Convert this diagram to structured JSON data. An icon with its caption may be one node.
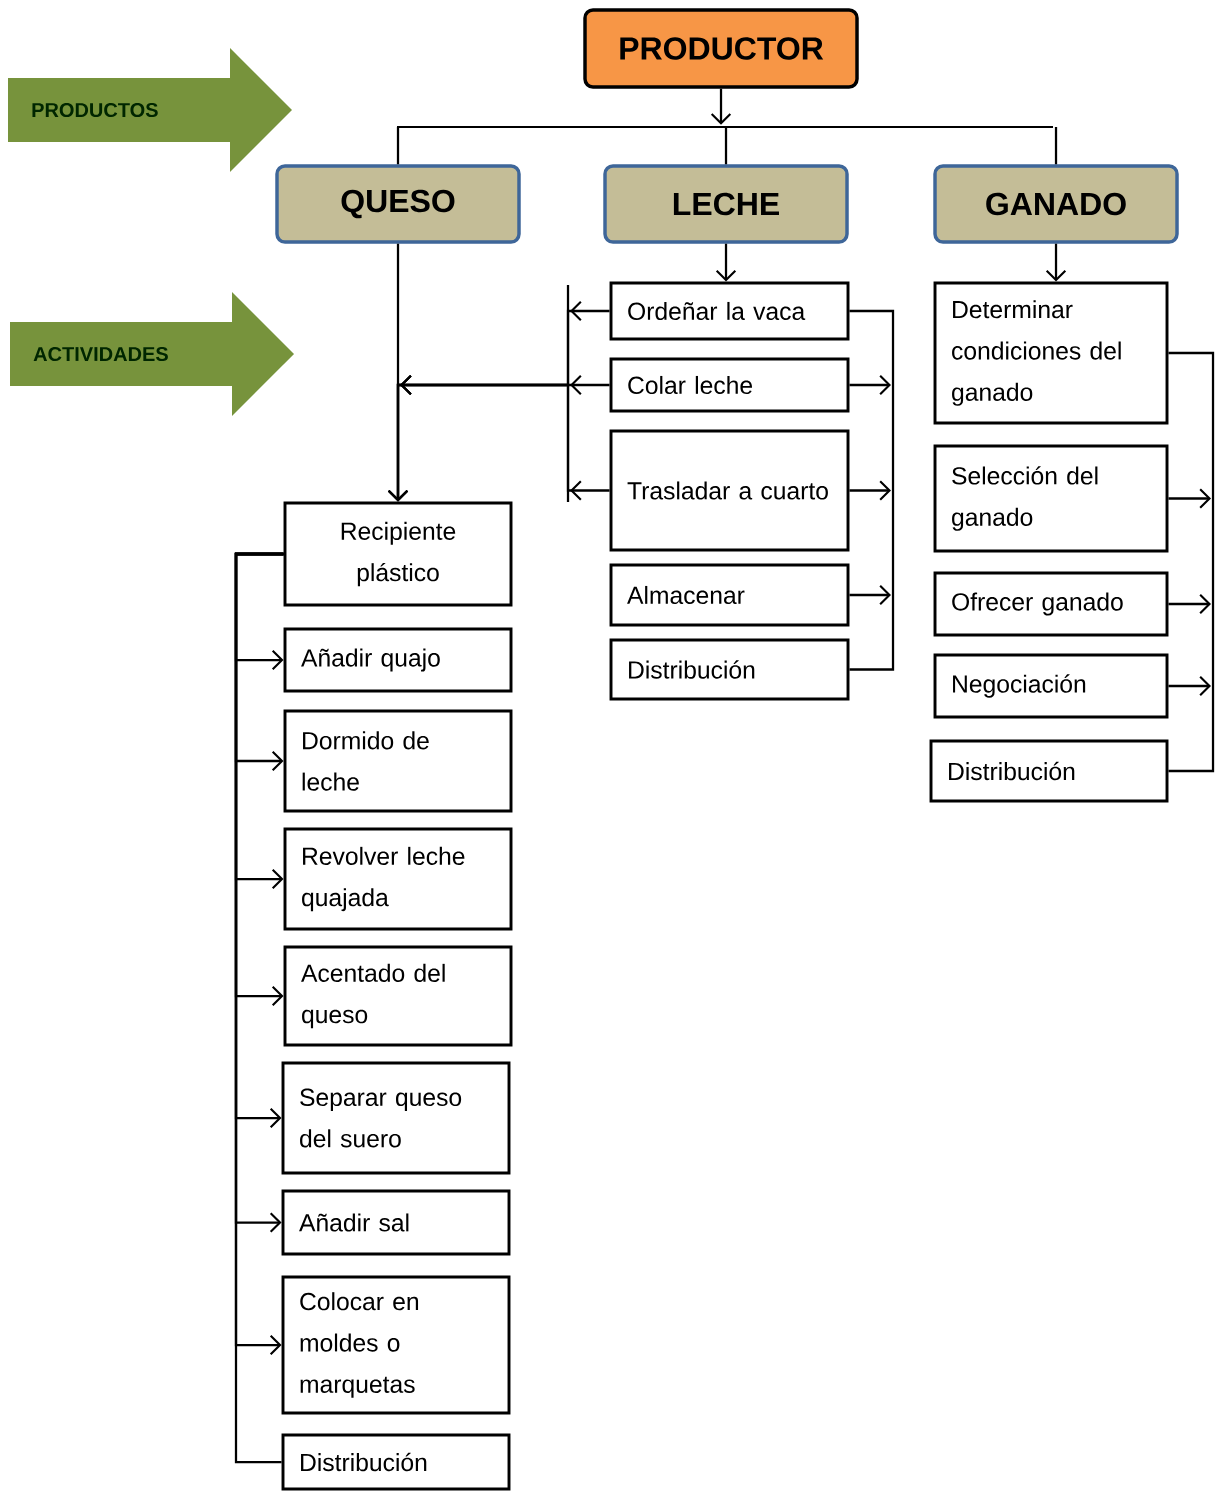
{
  "diagram": {
    "nodes": [
      {
        "text": [
          "PRODUCTOR"
        ]
      },
      {
        "text": [
          "PRODUCTOS"
        ]
      },
      {
        "text": [
          "QUESO"
        ]
      },
      {
        "text": [
          "LECHE"
        ]
      },
      {
        "text": [
          "GANADO"
        ]
      },
      {
        "text": [
          "ACTIVIDADES"
        ]
      },
      {
        "text": [
          "Ordeñar la vaca"
        ]
      },
      {
        "text": [
          "Colar leche"
        ]
      },
      {
        "text": [
          "Trasladar a cuarto"
        ]
      },
      {
        "text": [
          "Almacenar"
        ]
      },
      {
        "text": [
          "Distribución"
        ]
      },
      {
        "text": [
          "Determinar condiciones del ganado"
        ]
      },
      {
        "text": [
          "Selección del ganado"
        ]
      },
      {
        "text": [
          "Ofrecer ganado"
        ]
      },
      {
        "text": [
          "Negociación"
        ]
      },
      {
        "text": [
          "Distribución"
        ]
      },
      {
        "text": [
          "Recipiente plástico"
        ]
      },
      {
        "text": [
          "Añadir quajo"
        ]
      },
      {
        "text": [
          "Dormido de leche"
        ]
      },
      {
        "text": [
          "Revolver leche quajada"
        ]
      },
      {
        "text": [
          "Acentado del queso"
        ]
      },
      {
        "text": [
          "Separar queso del suero"
        ]
      },
      {
        "text": [
          "Añadir sal"
        ]
      },
      {
        "text": [
          "Colocar en moldes o marquetas"
        ]
      },
      {
        "text": [
          "Distribución"
        ]
      },
      {
        "text": [],
        "shape": "bar"
      }
    ],
    "edges": [
      {
        "from": 0,
        "to": 25,
        "arrow": "to"
      },
      {
        "from": 25,
        "to": 2,
        "arrow": "none"
      },
      {
        "from": 25,
        "to": 3,
        "arrow": "none"
      },
      {
        "from": 25,
        "to": 4,
        "arrow": "none"
      },
      {
        "from": 2,
        "to": 16,
        "arrow": "to"
      },
      {
        "from": 3,
        "to": 6,
        "arrow": "to"
      },
      {
        "from": 4,
        "to": 11,
        "arrow": "to"
      },
      {
        "from": 6,
        "to": 16,
        "arrow": "to"
      },
      {
        "from": 7,
        "to": 16,
        "arrow": "to"
      },
      {
        "from": 8,
        "to": 16,
        "arrow": "to"
      },
      {
        "from": 6,
        "to": 10,
        "arrow": "none"
      },
      {
        "from": 7,
        "to": null,
        "arrow": "to"
      },
      {
        "from": 8,
        "to": null,
        "arrow": "to"
      },
      {
        "from": 9,
        "to": null,
        "arrow": "to"
      },
      {
        "from": 11,
        "to": 15,
        "arrow": "none"
      },
      {
        "from": 12,
        "to": null,
        "arrow": "to"
      },
      {
        "from": 13,
        "to": null,
        "arrow": "to"
      },
      {
        "from": 14,
        "to": null,
        "arrow": "to"
      },
      {
        "from": 16,
        "to": 17,
        "arrow": "to"
      },
      {
        "from": 16,
        "to": 18,
        "arrow": "to"
      },
      {
        "from": 16,
        "to": 19,
        "arrow": "to"
      },
      {
        "from": 16,
        "to": 20,
        "arrow": "to"
      },
      {
        "from": 16,
        "to": 21,
        "arrow": "to"
      },
      {
        "from": 16,
        "to": 22,
        "arrow": "to"
      },
      {
        "from": 16,
        "to": 23,
        "arrow": "to"
      },
      {
        "from": 16,
        "to": 24,
        "arrow": "none"
      }
    ]
  }
}
